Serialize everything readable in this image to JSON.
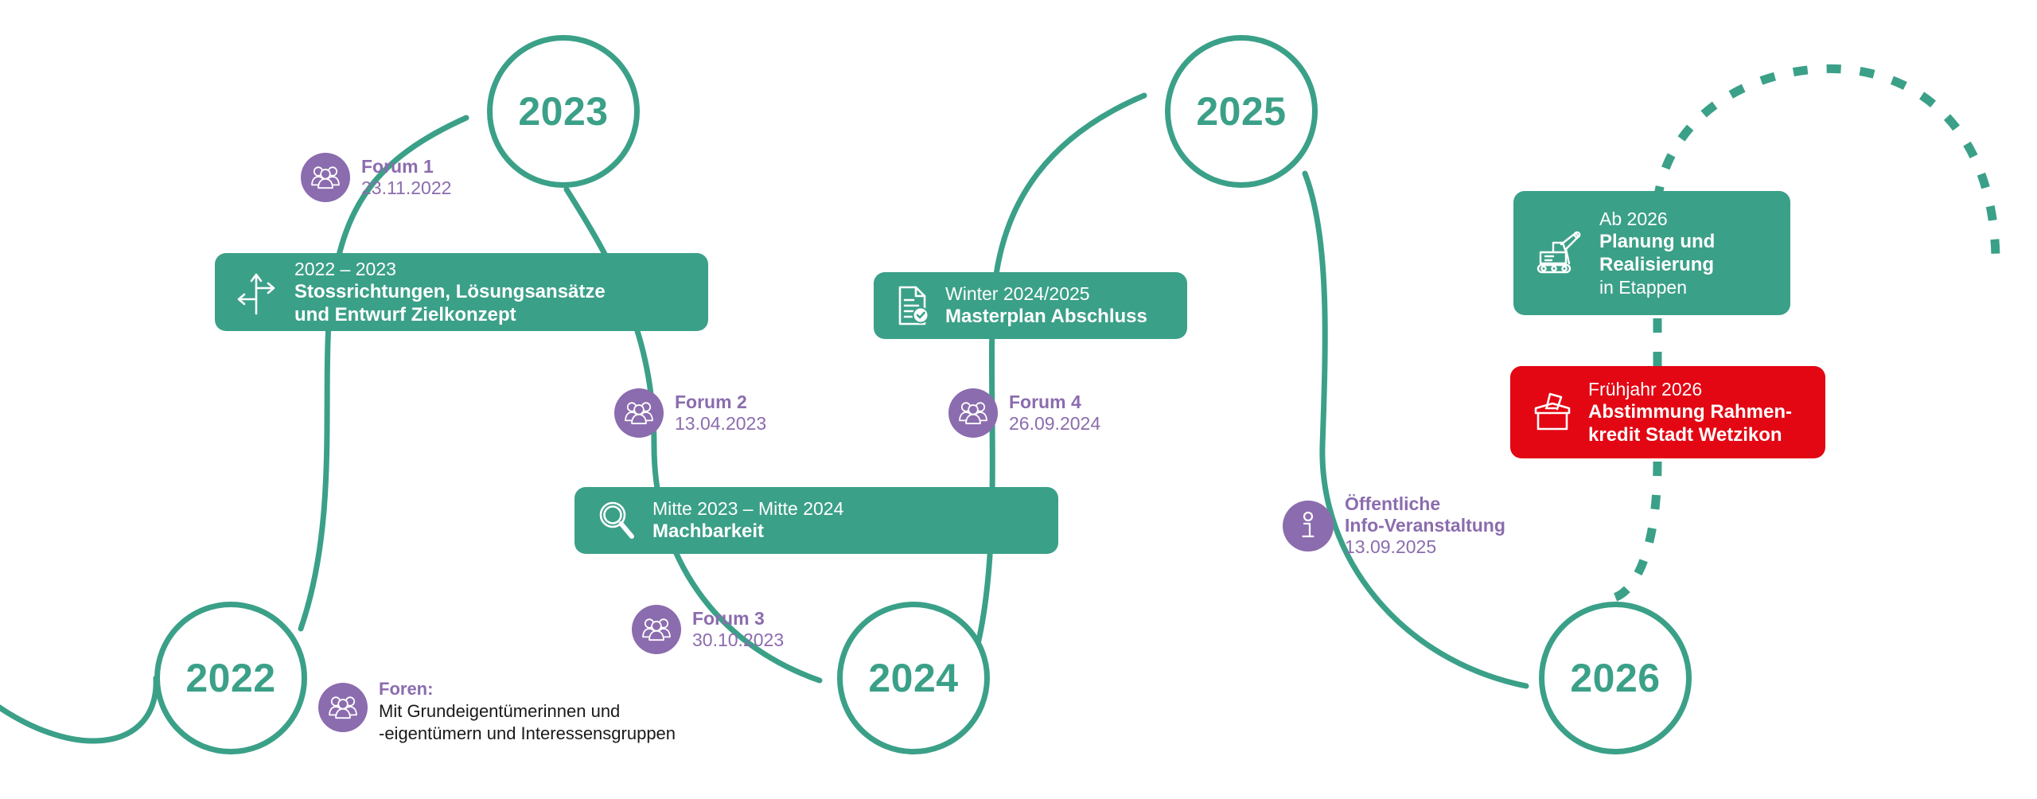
{
  "diagram": {
    "title": "Projekt-Zeitachse Wetzikon",
    "colors": {
      "teal": "#3BA088",
      "purple": "#8B6CAE",
      "red": "#E30613",
      "text_dark": "#1A1A1A",
      "white": "#FFFFFF"
    }
  },
  "years": [
    {
      "label": "2022"
    },
    {
      "label": "2023"
    },
    {
      "label": "2024"
    },
    {
      "label": "2025"
    },
    {
      "label": "2026"
    }
  ],
  "markers": [
    {
      "title": "Forum 1",
      "sub": "23.11.2022",
      "icon": "people-icon"
    },
    {
      "title": "Forum 2",
      "sub": "13.04.2023",
      "icon": "people-icon"
    },
    {
      "title": "Forum 3",
      "sub": "30.10.2023",
      "icon": "people-icon"
    },
    {
      "title": "Forum 4",
      "sub": "26.09.2024",
      "icon": "people-icon"
    },
    {
      "title": "Öffentliche",
      "title2": "Info-Veranstaltung",
      "sub": "13.09.2025",
      "icon": "info-icon"
    }
  ],
  "boxes": [
    {
      "period": "2022 – 2023",
      "line1": "Stossrichtungen, Lösungsansätze",
      "line2": "und Entwurf Zielkonzept",
      "icon": "arrows-direction-icon",
      "color": "teal"
    },
    {
      "period": "Mitte 2023 – Mitte 2024",
      "line1": "Machbarkeit",
      "icon": "magnifier-icon",
      "color": "teal"
    },
    {
      "period": "Winter 2024/2025",
      "line1": "Masterplan Abschluss",
      "icon": "document-check-icon",
      "color": "teal"
    },
    {
      "period": "Ab 2026",
      "line1": "Planung und",
      "line2": "Realisierung",
      "line3": "in Etappen",
      "icon": "excavator-icon",
      "color": "teal"
    },
    {
      "period": "Frühjahr 2026",
      "line1": "Abstimmung Rahmen-",
      "line2": "kredit Stadt Wetzikon",
      "icon": "ballot-box-icon",
      "color": "red"
    }
  ],
  "legend": {
    "title": "Foren:",
    "line1": "Mit Grundeigentümerinnen und",
    "line2": "-eigentümern und Interessensgruppen",
    "icon": "people-icon"
  }
}
